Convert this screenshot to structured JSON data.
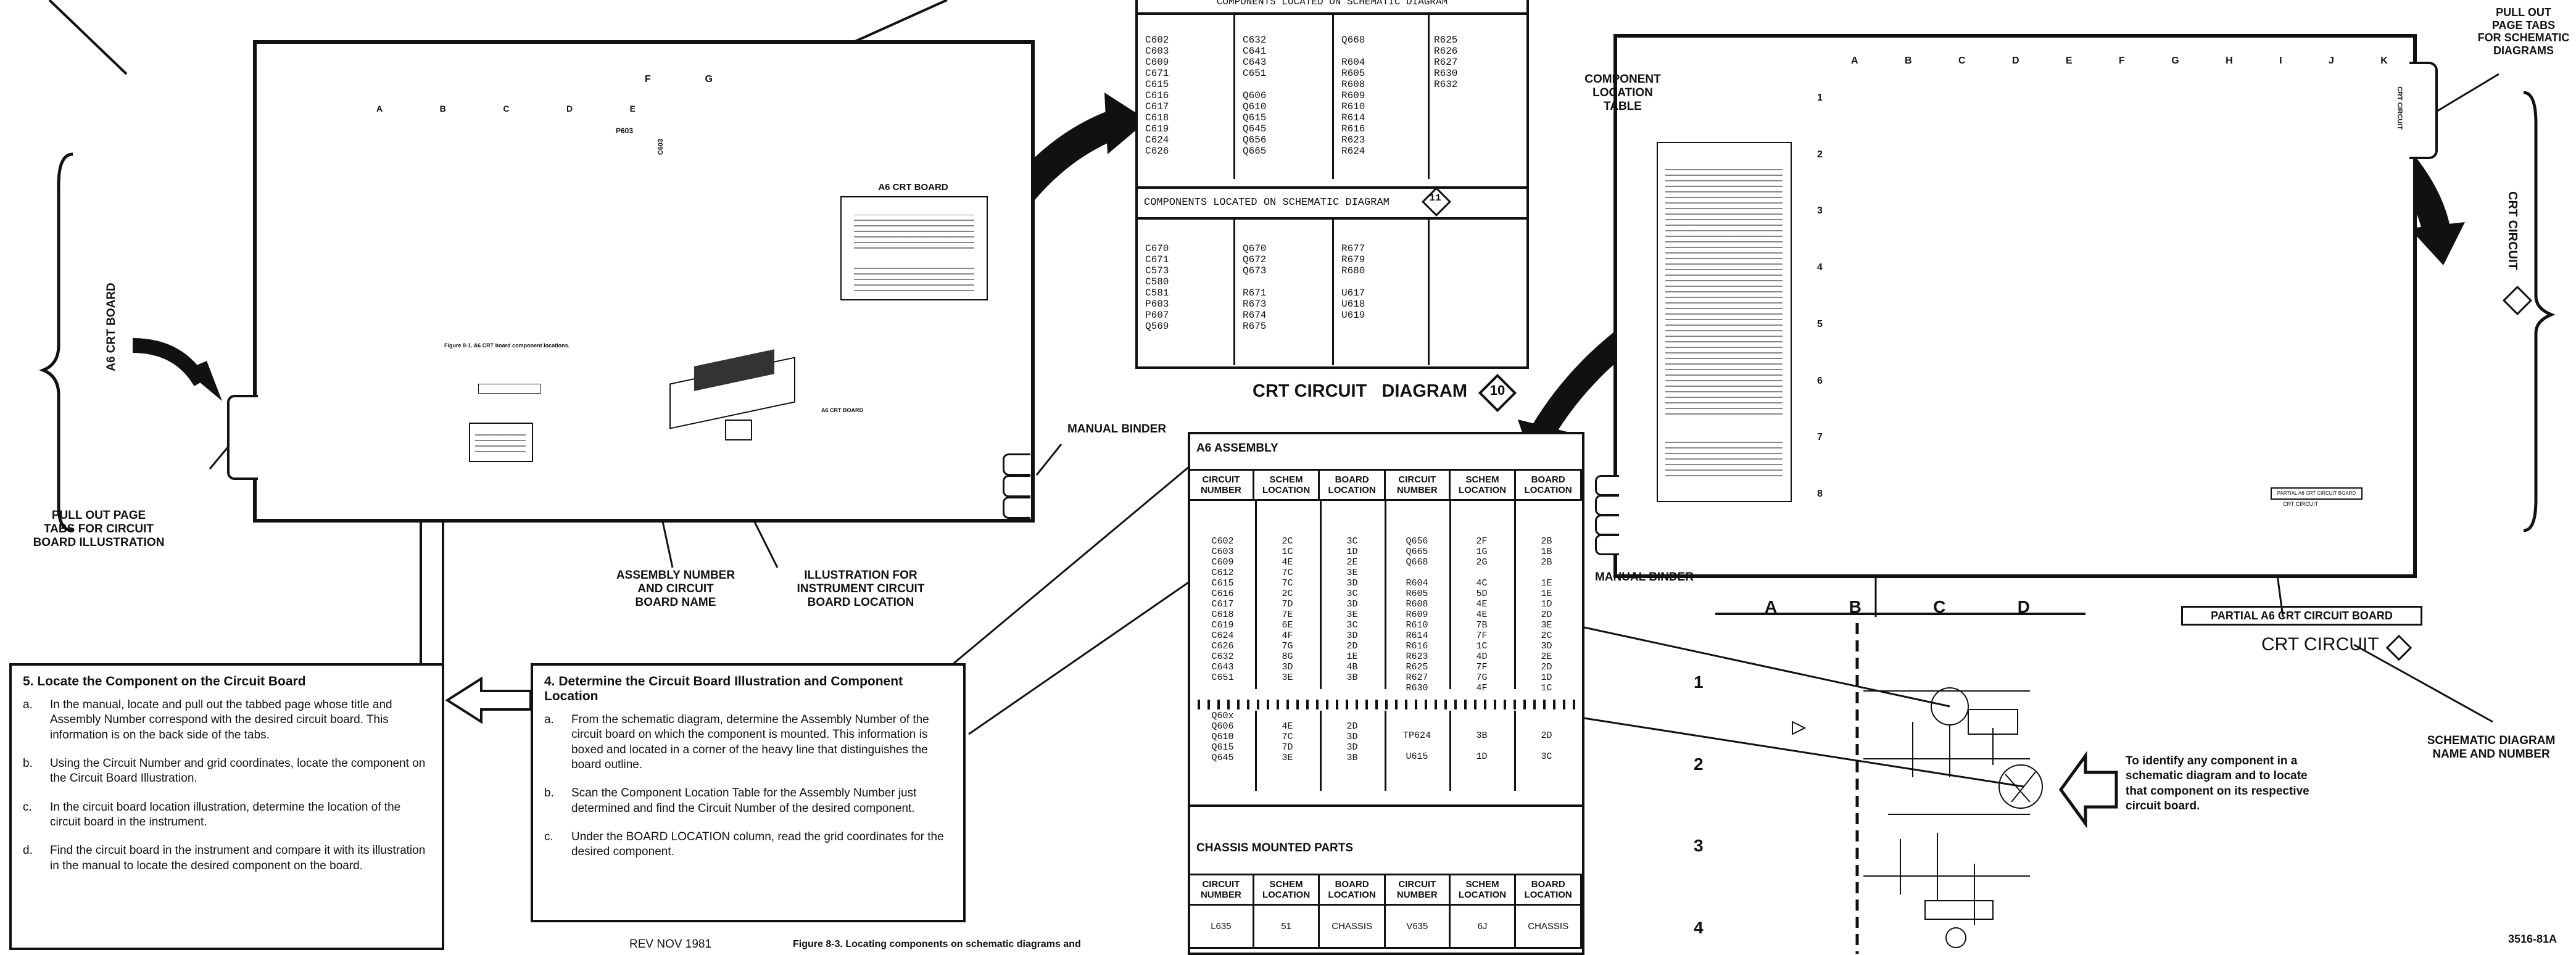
{
  "left_sheet": {
    "board_title": "A6 CRT BOARD",
    "grid_cols": [
      "A",
      "B",
      "C",
      "D",
      "E"
    ],
    "magnifier_cols": [
      "F",
      "G"
    ],
    "magnifier_labels": [
      "P603",
      "C603"
    ],
    "figure_caption": "Figure 8-1. A6 CRT board component locations.",
    "side_label": "A6 CRT BOARD",
    "small_board_label": "A6 CRT BOARD"
  },
  "right_sheet": {
    "grid_cols": [
      "A",
      "B",
      "C",
      "D",
      "E",
      "F",
      "G",
      "H",
      "I",
      "J",
      "K"
    ],
    "grid_rows": [
      "1",
      "2",
      "3",
      "4",
      "5",
      "6",
      "7",
      "8"
    ],
    "tab_label": "CRT CIRCUIT",
    "footer_box": "PARTIAL A6 CRT CIRCUIT BOARD",
    "footer_sub": "CRT CIRCUIT"
  },
  "callouts": {
    "component_location_table": "COMPONENT LOCATION\nTABLE",
    "pull_out_circuit": "PULL OUT PAGE\nTABS FOR CIRCUIT\nBOARD ILLUSTRATION",
    "assembly_number": "ASSEMBLY NUMBER\nAND CIRCUIT\nBOARD NAME",
    "illustration": "ILLUSTRATION FOR\nINSTRUMENT CIRCUIT\nBOARD LOCATION",
    "manual_binder_left": "MANUAL BINDER",
    "manual_binder_right": "MANUAL BINDER",
    "pull_out_schematic": "PULL OUT\nPAGE TABS\nFOR SCHEMATIC\nDIAGRAMS",
    "schematic_name": "SCHEMATIC DIAGRAM\nNAME AND NUMBER",
    "identify_note": "To identify any component in a schematic diagram and to locate that component on its respective circuit board."
  },
  "top_table": {
    "header_top": "COMPONENTS LOCATED ON SCHEMATIC DIAGRAM",
    "section1": {
      "col1": [
        "C602",
        "C603",
        "C609",
        "C671",
        "C615",
        "C616",
        "C617",
        "C618",
        "C619",
        "C624",
        "C626"
      ],
      "col2": [
        "C632",
        "C641",
        "C643",
        "C651",
        "",
        "Q606",
        "Q610",
        "Q615",
        "Q645",
        "Q656",
        "Q665"
      ],
      "col3": [
        "Q668",
        "",
        "R604",
        "R605",
        "R608",
        "R609",
        "R610",
        "R614",
        "R616",
        "R623",
        "R624"
      ],
      "col4": [
        "R625",
        "R626",
        "R627",
        "R630",
        "R632"
      ]
    },
    "header_mid": "COMPONENTS LOCATED ON SCHEMATIC DIAGRAM",
    "mid_number": "11",
    "section2": {
      "col1": [
        "C670",
        "C671",
        "C573",
        "C580",
        "C581",
        "P603",
        "P607",
        "Q569"
      ],
      "col2": [
        "Q670",
        "Q672",
        "Q673",
        "",
        "R671",
        "R673",
        "R674",
        "R675"
      ],
      "col3": [
        "R677",
        "R679",
        "R680",
        "",
        "U617",
        "U618",
        "U619"
      ]
    }
  },
  "diagram_title": "CRT CIRCUIT   DIAGRAM",
  "diagram_number": "10",
  "main_table": {
    "title": "A6 ASSEMBLY",
    "headers": [
      "CIRCUIT\nNUMBER",
      "SCHEM\nLOCATION",
      "BOARD\nLOCATION",
      "CIRCUIT\nNUMBER",
      "SCHEM\nLOCATION",
      "BOARD\nLOCATION"
    ],
    "rows_left": [
      [
        "C602",
        "2C",
        "3C"
      ],
      [
        "C603",
        "1C",
        "1D"
      ],
      [
        "C609",
        "4E",
        "2E"
      ],
      [
        "C612",
        "7C",
        "3E"
      ],
      [
        "C615",
        "7C",
        "3D"
      ],
      [
        "C616",
        "2C",
        "3C"
      ],
      [
        "C617",
        "7D",
        "3D"
      ],
      [
        "C618",
        "7E",
        "3E"
      ],
      [
        "C619",
        "6E",
        "3C"
      ],
      [
        "C624",
        "4F",
        "3D"
      ],
      [
        "C626",
        "7G",
        "2D"
      ],
      [
        "C632",
        "8G",
        "1E"
      ],
      [
        "C643",
        "3D",
        "4B"
      ],
      [
        "C651",
        "3E",
        "3B"
      ]
    ],
    "rows_right": [
      [
        "Q656",
        "2F",
        "2B"
      ],
      [
        "Q665",
        "1G",
        "1B"
      ],
      [
        "Q668",
        "2G",
        "2B"
      ],
      [
        "",
        "",
        ""
      ],
      [
        "R604",
        "4C",
        "1E"
      ],
      [
        "R605",
        "5D",
        "1E"
      ],
      [
        "R608",
        "4E",
        "1D"
      ],
      [
        "R609",
        "4E",
        "2D"
      ],
      [
        "R610",
        "7B",
        "3E"
      ],
      [
        "R614",
        "7F",
        "2C"
      ],
      [
        "R616",
        "1C",
        "3D"
      ],
      [
        "R623",
        "4D",
        "2E"
      ],
      [
        "R625",
        "7F",
        "2D"
      ],
      [
        "R627",
        "7G",
        "1D"
      ],
      [
        "R630",
        "4F",
        "1C"
      ]
    ],
    "rows_left_lower": [
      [
        "Q60x",
        "",
        ""
      ],
      [
        "Q606",
        "4E",
        "2D"
      ],
      [
        "Q610",
        "7C",
        "3D"
      ],
      [
        "Q615",
        "7D",
        "3D"
      ],
      [
        "Q645",
        "3E",
        "3B"
      ]
    ],
    "rows_right_lower": [
      [
        "TP624",
        "3B",
        "2D"
      ],
      [
        "",
        "",
        ""
      ],
      [
        "U615",
        "1D",
        "3C"
      ]
    ],
    "chassis_title": "CHASSIS MOUNTED PARTS",
    "chassis_rows": [
      [
        "L635",
        "51",
        "CHASSIS",
        "V635",
        "6J",
        "CHASSIS"
      ]
    ]
  },
  "instructions_5": {
    "title": "5.  Locate the Component on the Circuit Board",
    "items": [
      {
        "k": "a.",
        "t": "In the manual, locate and pull out the tabbed page whose title and Assembly Number correspond with the desired circuit board. This information is on the back side of the tabs."
      },
      {
        "k": "b.",
        "t": "Using the Circuit Number and grid coordinates, locate the component on the Circuit Board Illustration."
      },
      {
        "k": "c.",
        "t": "In the circuit board location illustration, determine the location of the circuit board in the instrument."
      },
      {
        "k": "d.",
        "t": "Find the circuit board in the instrument and compare it with its illustration in the manual to locate the desired component on the board."
      }
    ]
  },
  "instructions_4": {
    "title": "4.  Determine the Circuit Board Illustration and Component Location",
    "items": [
      {
        "k": "a.",
        "t": "From the schematic diagram, determine the Assembly Number of the circuit board on which the component is mounted. This information is boxed and located in a corner of the heavy line that distinguishes the board outline."
      },
      {
        "k": "b.",
        "t": "Scan the Component Location Table for the Assembly Number just determined and find the Circuit Number of the desired component."
      },
      {
        "k": "c.",
        "t": "Under the BOARD LOCATION column, read the grid coordinates for the desired component."
      }
    ]
  },
  "zoom_schematic": {
    "cols": [
      "A",
      "B",
      "C",
      "D"
    ],
    "rows": [
      "1",
      "2",
      "3",
      "4"
    ]
  },
  "footer": {
    "rev": "REV NOV 1981",
    "figure": "Figure 8-3.  Locating components on schematic diagrams and",
    "code": "3516-81A"
  }
}
